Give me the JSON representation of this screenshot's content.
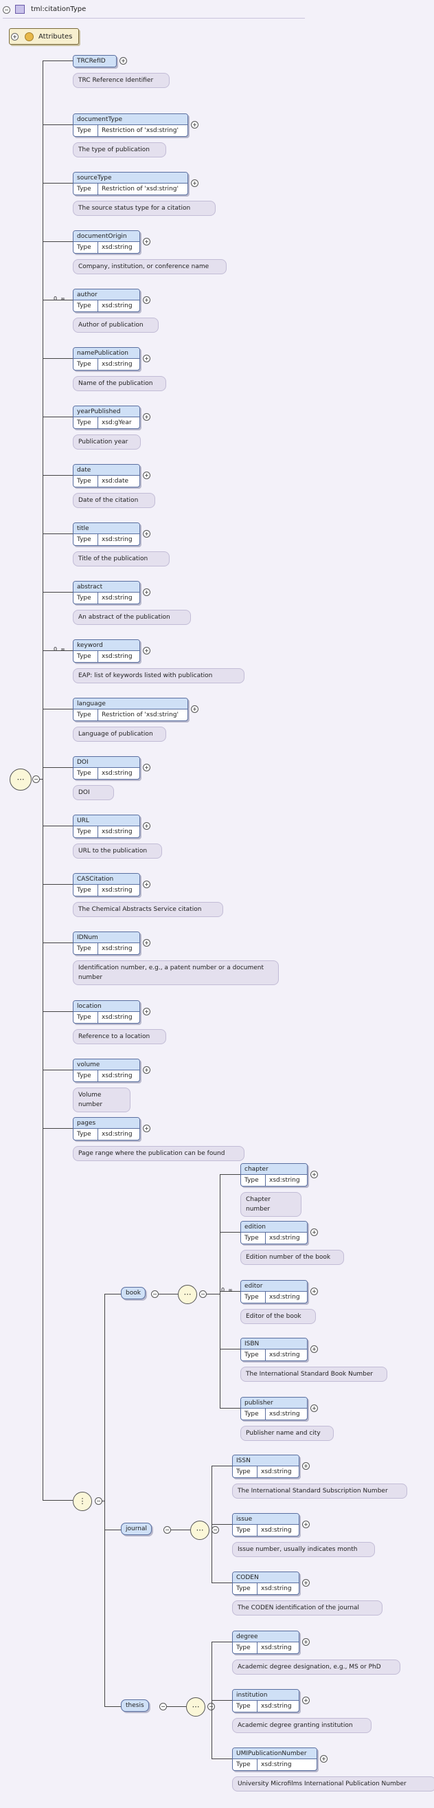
{
  "header": {
    "title": "tml:citationType"
  },
  "attributes_label": "Attributes",
  "type_key": "Type",
  "elements": [
    {
      "name": "TRCRefID",
      "type": "",
      "doc": "TRC Reference Identifier"
    },
    {
      "name": "documentType",
      "type": "Restriction of 'xsd:string'",
      "doc": "The type of publication"
    },
    {
      "name": "sourceType",
      "type": "Restriction of 'xsd:string'",
      "doc": "The source status type for a citation"
    },
    {
      "name": "documentOrigin",
      "type": "xsd:string",
      "doc": "Company, institution, or conference name"
    },
    {
      "name": "author",
      "type": "xsd:string",
      "doc": "Author of publication",
      "card": "0..∞"
    },
    {
      "name": "namePublication",
      "type": "xsd:string",
      "doc": "Name of the publication"
    },
    {
      "name": "yearPublished",
      "type": "xsd:gYear",
      "doc": "Publication year"
    },
    {
      "name": "date",
      "type": "xsd:date",
      "doc": "Date of the citation"
    },
    {
      "name": "title",
      "type": "xsd:string",
      "doc": "Title of the publication"
    },
    {
      "name": "abstract",
      "type": "xsd:string",
      "doc": "An abstract of the publication"
    },
    {
      "name": "keyword",
      "type": "xsd:string",
      "doc": "EAP: list of keywords listed with publication",
      "card": "0..∞"
    },
    {
      "name": "language",
      "type": "Restriction of 'xsd:string'",
      "doc": "Language of publication"
    },
    {
      "name": "DOI",
      "type": "xsd:string",
      "doc": "DOI"
    },
    {
      "name": "URL",
      "type": "xsd:string",
      "doc": "URL to the publication"
    },
    {
      "name": "CASCitation",
      "type": "xsd:string",
      "doc": "The Chemical Abstracts Service citation"
    },
    {
      "name": "IDNum",
      "type": "xsd:string",
      "doc": "Identification number, e.g., a patent number or a document number"
    },
    {
      "name": "location",
      "type": "xsd:string",
      "doc": "Reference to a location"
    },
    {
      "name": "volume",
      "type": "xsd:string",
      "doc": "Volume number"
    },
    {
      "name": "pages",
      "type": "xsd:string",
      "doc": "Page range where the publication can be found"
    }
  ],
  "groups": [
    {
      "name": "book",
      "children": [
        {
          "name": "chapter",
          "type": "xsd:string",
          "doc": "Chapter number"
        },
        {
          "name": "edition",
          "type": "xsd:string",
          "doc": "Edition number of the book"
        },
        {
          "name": "editor",
          "type": "xsd:string",
          "doc": "Editor of the book",
          "card": "0..∞"
        },
        {
          "name": "ISBN",
          "type": "xsd:string",
          "doc": "The International Standard Book Number"
        },
        {
          "name": "publisher",
          "type": "xsd:string",
          "doc": "Publisher name and city"
        }
      ]
    },
    {
      "name": "journal",
      "children": [
        {
          "name": "ISSN",
          "type": "xsd:string",
          "doc": "The International Standard Subscription Number"
        },
        {
          "name": "issue",
          "type": "xsd:string",
          "doc": "Issue number, usually indicates month"
        },
        {
          "name": "CODEN",
          "type": "xsd:string",
          "doc": "The CODEN identification of the journal"
        }
      ]
    },
    {
      "name": "thesis",
      "children": [
        {
          "name": "degree",
          "type": "xsd:string",
          "doc": "Academic degree designation, e.g., MS or PhD"
        },
        {
          "name": "institution",
          "type": "xsd:string",
          "doc": "Academic degree granting institution"
        },
        {
          "name": "UMIPublicationNumber",
          "type": "xsd:string",
          "doc": "University Microfilms International Publication Number"
        }
      ]
    }
  ]
}
